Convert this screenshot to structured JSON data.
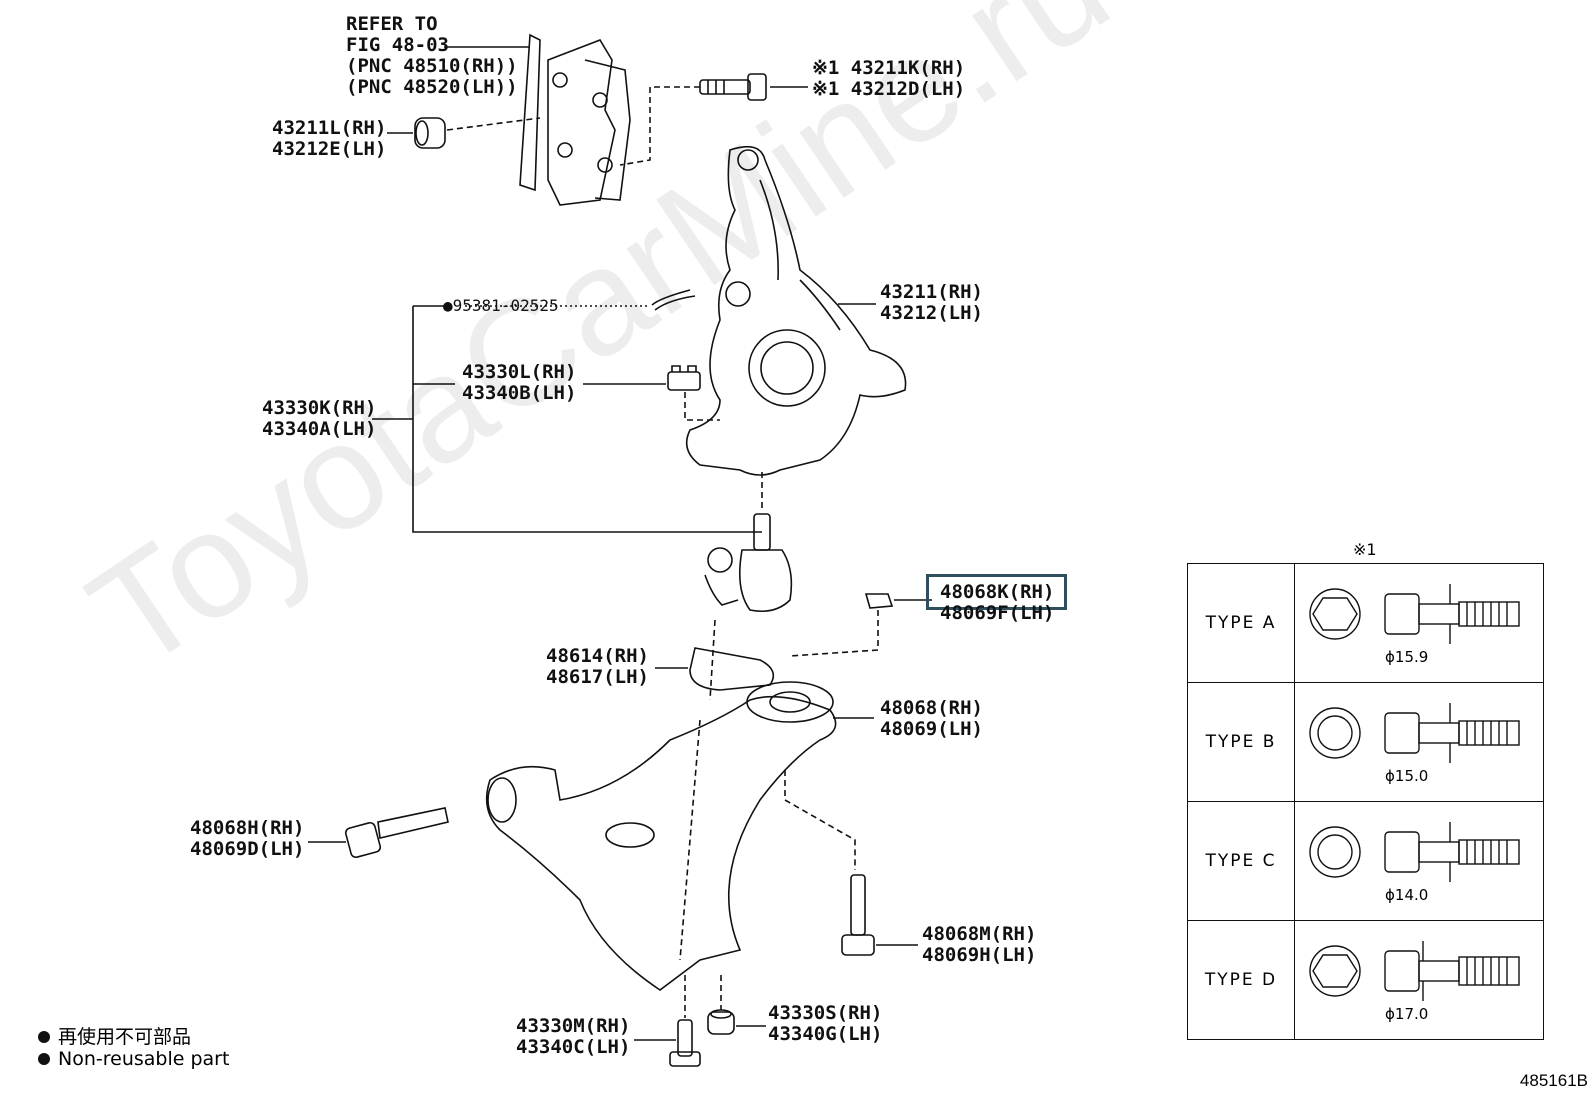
{
  "labels": {
    "refer": [
      "REFER TO",
      "FIG 48-03",
      "(PNC 48510(RH))",
      "(PNC 48520(LH))"
    ],
    "hub_bolt": [
      "※1 43211K(RH)",
      "※1 43212D(LH)"
    ],
    "bushing": [
      "43211L(RH)",
      "43212E(LH)"
    ],
    "knuckle": [
      "43211(RH)",
      "43212(LH)"
    ],
    "cotter_pin": "95381-02525",
    "nut_castle": [
      "43330L(RH)",
      "43340B(LH)"
    ],
    "ball_joint_assy": [
      "43330K(RH)",
      "43340A(LH)"
    ],
    "ball_joint_nut": [
      "48068K(RH)",
      "48069F(LH)"
    ],
    "plate": [
      "48614(RH)",
      "48617(LH)"
    ],
    "lower_arm": [
      "48068(RH)",
      "48069(LH)"
    ],
    "front_bolt": [
      "48068H(RH)",
      "48069D(LH)"
    ],
    "rear_bolt": [
      "48068M(RH)",
      "48069H(LH)"
    ],
    "lower_bolt": [
      "43330M(RH)",
      "43340C(LH)"
    ],
    "lower_nut": [
      "43330S(RH)",
      "43340G(LH)"
    ]
  },
  "table": {
    "note": "※1",
    "rows": [
      {
        "type": "TYPE A",
        "diameter": "ϕ15.9"
      },
      {
        "type": "TYPE B",
        "diameter": "ϕ15.0"
      },
      {
        "type": "TYPE C",
        "diameter": "ϕ14.0"
      },
      {
        "type": "TYPE D",
        "diameter": "ϕ17.0"
      }
    ]
  },
  "legend": {
    "jp": "再使用不可部品",
    "en": "Non-reusable part"
  },
  "watermark": "ToyotaCarMine.ru",
  "figure_number": "485161B",
  "highlight_color": "#2f4f5f"
}
